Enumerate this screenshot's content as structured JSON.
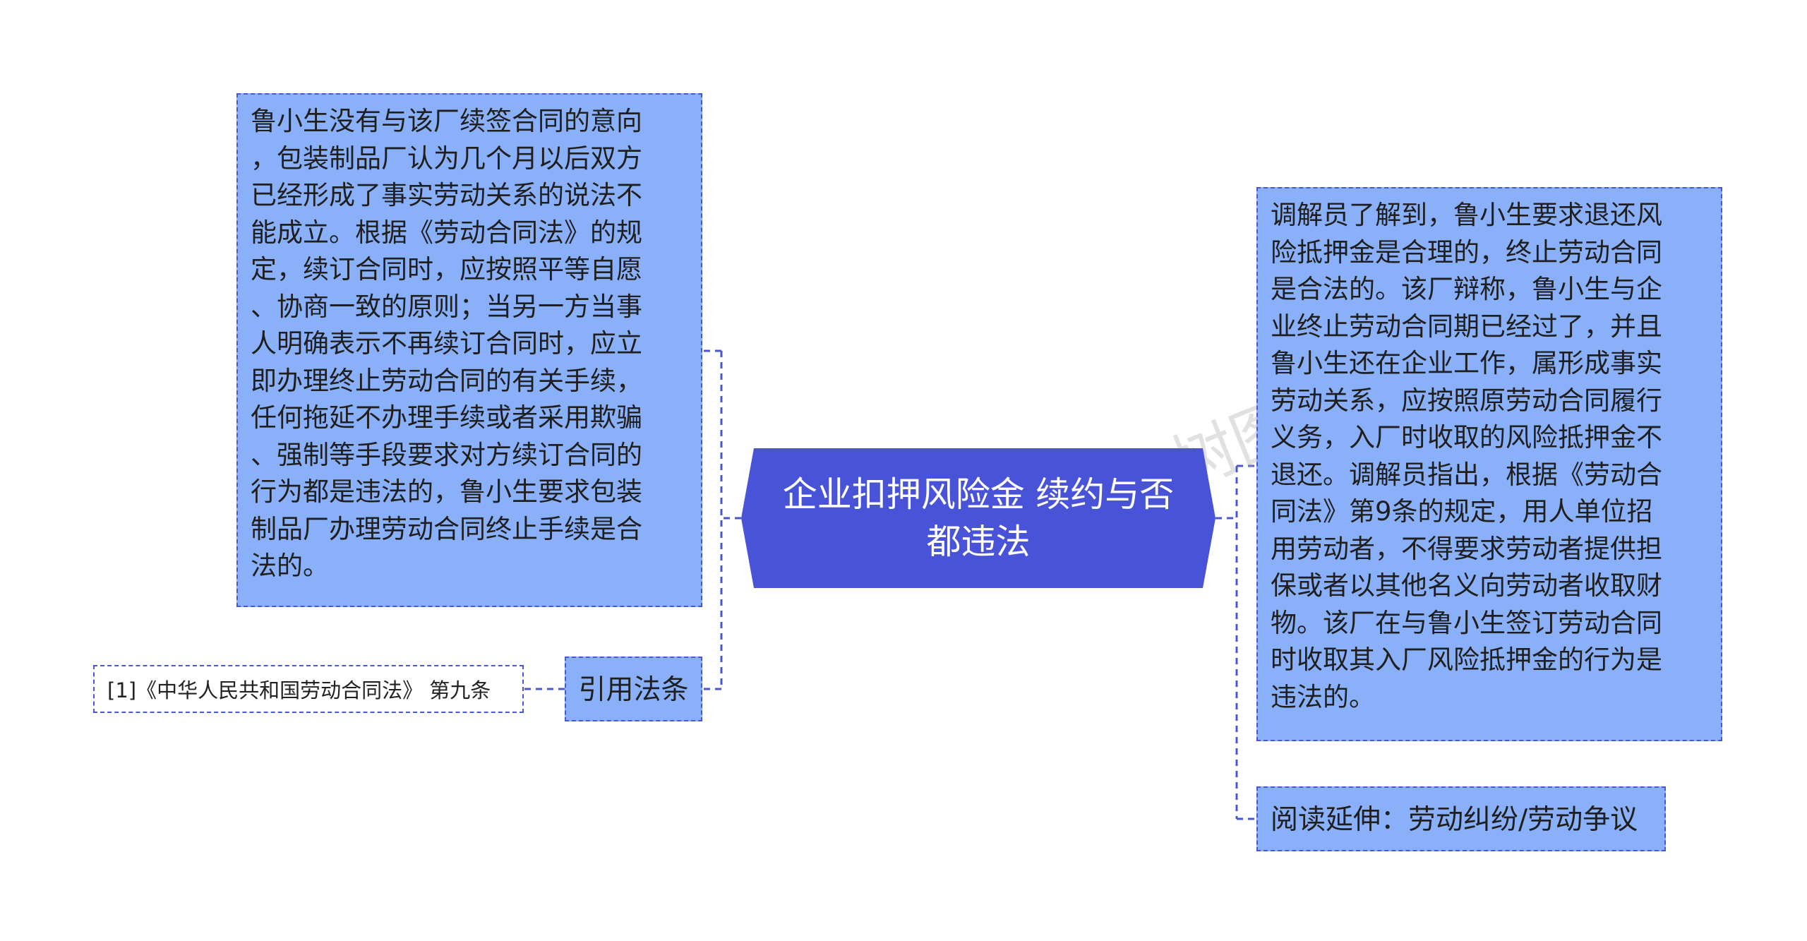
{
  "colors": {
    "center_fill": "#4853d8",
    "node_fill": "#8ab0f9",
    "border": "#4a56d0",
    "ref_fill": "#ffffff"
  },
  "center": {
    "label": "企业扣押风险金 续约与否都违法"
  },
  "left": {
    "topic_text": "鲁小生没有与该厂续签合同的意向\n，包装制品厂认为几个月以后双方\n已经形成了事实劳动关系的说法不\n能成立。根据《劳动合同法》的规\n定，续订合同时，应按照平等自愿\n、协商一致的原则；当另一方当事\n人明确表示不再续订合同时，应立\n即办理终止劳动合同的有关手续，\n任何拖延不办理手续或者采用欺骗\n、强制等手段要求对方续订合同的\n行为都是违法的，鲁小生要求包装\n制品厂办理劳动合同终止手续是合\n法的。",
    "citation_label": "引用法条",
    "citation_ref": "[1]《中华人民共和国劳动合同法》 第九条"
  },
  "right": {
    "topic_text": "调解员了解到，鲁小生要求退还风\n险抵押金是合理的，终止劳动合同\n是合法的。该厂辩称，鲁小生与企\n业终止劳动合同期已经过了，并且\n鲁小生还在企业工作，属形成事实\n劳动关系，应按照原劳动合同履行\n义务，入厂时收取的风险抵押金不\n退还。调解员指出，根据《劳动合\n同法》第9条的规定，用人单位招\n用劳动者，不得要求劳动者提供担\n保或者以其他名义向劳动者收取财\n物。该厂在与鲁小生签订劳动合同\n时收取其入厂风险抵押金的行为是\n违法的。",
    "reading_label": "阅读延伸：劳动纠纷/劳动争议"
  },
  "watermark": {
    "text_left": "树图 shutu.cn",
    "text_right": "树图 shutu.cn"
  }
}
